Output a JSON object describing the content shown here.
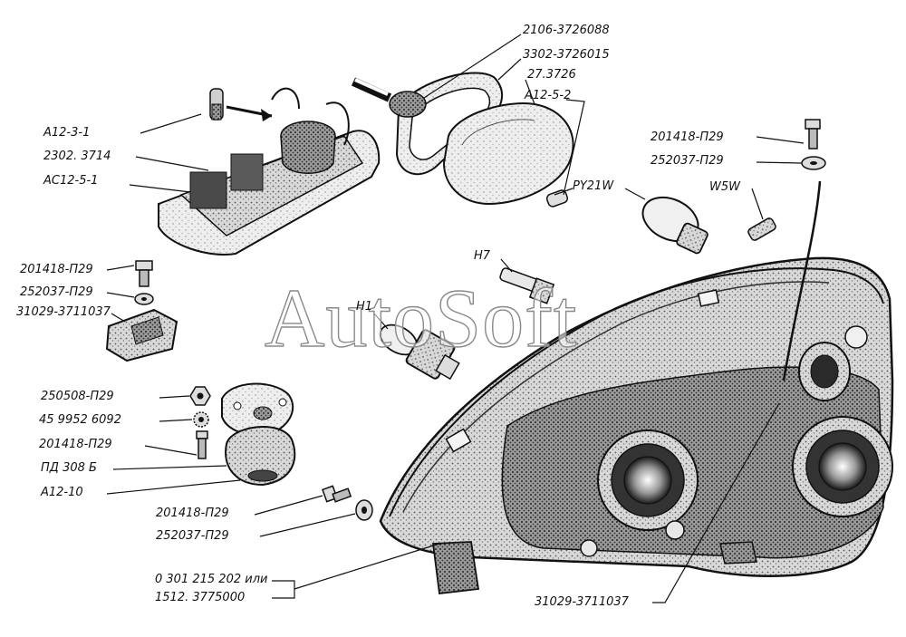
{
  "watermark": "AutoSoft",
  "labels": {
    "ring_2106": "2106-3726088",
    "frame_3302": "3302-3726015",
    "lamp_27": "27.3726",
    "bulb_a12_5_2": "A12-5-2",
    "bulb_a12_3_1": "A12-3-1",
    "board_2302": "2302. 3714",
    "bulb_ac12": "AC12-5-1",
    "bulb_py21w": "PY21W",
    "bolt_top": "201418-П29",
    "washer_top": "252037-П29",
    "bulb_w5w": "W5W",
    "bulb_h7": "H7",
    "bulb_h1": "H1",
    "bolt_left": "201418-П29",
    "washer_left": "252037-П29",
    "bracket_left": "31029-3711037",
    "nut": "250508-П29",
    "washer_lock": "45 9952 6092",
    "bolt_mid": "201418-П29",
    "lamp_pd": "ПД 308 Б",
    "bulb_a12_10": "A12-10",
    "bolt_bottom": "201418-П29",
    "washer_bottom": "252037-П29",
    "corrector_line1": "0 301 215 202 или",
    "corrector_line2": "1512. 3775000",
    "bracket_bottom": "31029-3711037"
  }
}
